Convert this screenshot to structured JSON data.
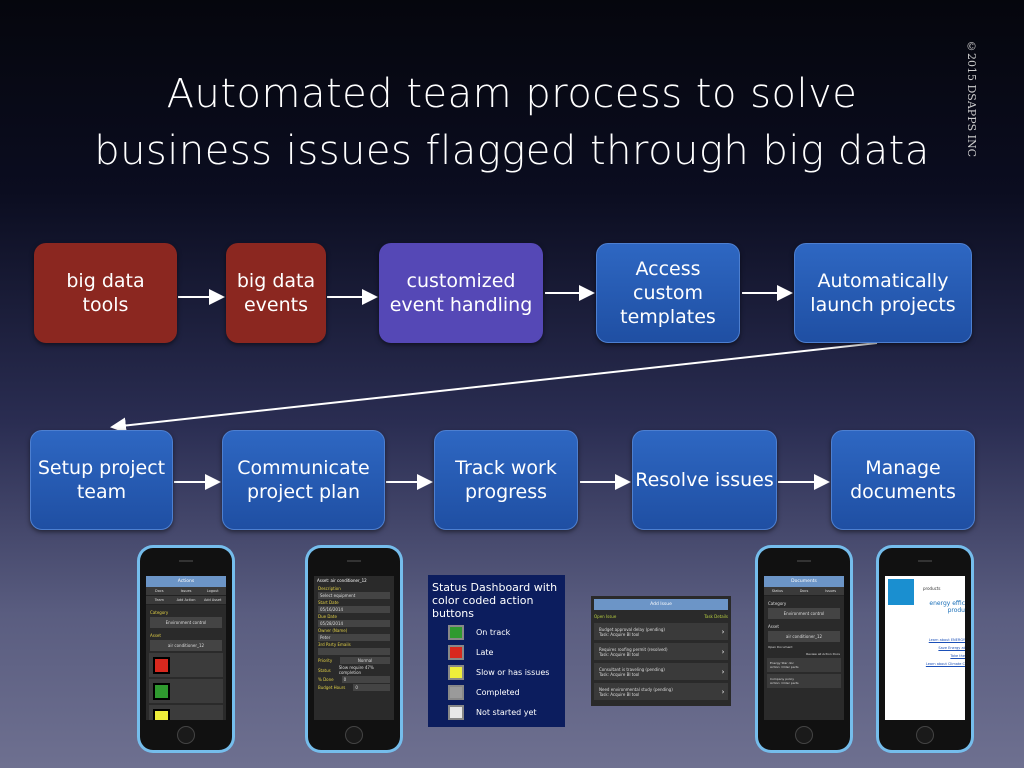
{
  "title": "Automated team process to solve\nbusiness issues flagged through big data",
  "copyright": "©2015 DSAPPS INC",
  "flow_row1": [
    {
      "label": "big data\ntools",
      "color": "#8b2720"
    },
    {
      "label": "big data\nevents",
      "color": "#8b2720"
    },
    {
      "label": "customized\nevent handling",
      "color": "#5548b6"
    },
    {
      "label": "Access\ncustom\ntemplates",
      "color": "#2a5fb8"
    },
    {
      "label": "Automatically\nlaunch projects",
      "color": "#2a5fb8"
    }
  ],
  "flow_row2": [
    {
      "label": "Setup project\nteam"
    },
    {
      "label": "Communicate\nproject plan"
    },
    {
      "label": "Track work\nprogress"
    },
    {
      "label": "Resolve issues"
    },
    {
      "label": "Manage\ndocuments"
    }
  ],
  "phone_actions": {
    "header": "Actions",
    "nav": [
      "Docs",
      "Issues",
      "Logout",
      "Team",
      "Add Action",
      "Add Asset"
    ],
    "category_label": "Category",
    "category": "Environment control",
    "asset_label": "Asset",
    "asset": "air conditioner_12"
  },
  "phone_asset": {
    "header": "Asset: air conditioner_12",
    "fields": [
      {
        "label": "Description",
        "value": "Select equipment"
      },
      {
        "label": "Start Date",
        "value": "05/16/2014"
      },
      {
        "label": "Due Date",
        "value": "05/28/2014"
      },
      {
        "label": "Owner (Name)",
        "value": "Peter"
      },
      {
        "label": "3rd Party Emails",
        "value": ""
      }
    ],
    "priority_label": "Priority",
    "priority": "Normal",
    "status_label": "Status",
    "status": "Slow require 47% completion",
    "done_label": "% Done",
    "done": "0",
    "budget_label": "Budget Hours",
    "budget": "0"
  },
  "dashboard": {
    "title": "Status Dashboard with color coded action buttons",
    "legend": [
      {
        "label": "On track",
        "color": "#2f9a2f"
      },
      {
        "label": "Late",
        "color": "#d8281e"
      },
      {
        "label": "Slow or has issues",
        "color": "#eeee3a"
      },
      {
        "label": "Completed",
        "color": "#9a9a9a"
      },
      {
        "label": "Not started yet",
        "color": "#e8e8e8"
      }
    ]
  },
  "issues_screen": {
    "header": "Add Issue",
    "left": "Open Issue",
    "right": "Task Details",
    "items": [
      {
        "title": "Budget approval delay (pending)",
        "task": "Task: Acquire BI tool"
      },
      {
        "title": "Requires roofing permit (resolved)",
        "task": "Task: Acquire BI tool"
      },
      {
        "title": "Consultant is traveling (pending)",
        "task": "Task: Acquire BI tool"
      },
      {
        "title": "Need environmental study (pending)",
        "task": "Task: Acquire BI tool"
      }
    ]
  },
  "phone_documents": {
    "header": "Documents",
    "nav": [
      "Status",
      "Docs",
      "Issues"
    ],
    "category_label": "Category",
    "category": "Environment control",
    "asset_label": "Asset",
    "asset": "air conditioner_12",
    "open_label": "Open Document",
    "review_label": "Review all Action Docs",
    "items": [
      {
        "title": "Energy Star doc",
        "task": "Action: Order parts"
      },
      {
        "title": "Company policy",
        "task": "Action: Order parts"
      }
    ]
  },
  "phone_web": {
    "tab": "products",
    "heading": "energy effic produ",
    "links": [
      "Learn about ENERGY",
      "Save Energy at",
      "Take the",
      "Learn about Climate C"
    ]
  }
}
